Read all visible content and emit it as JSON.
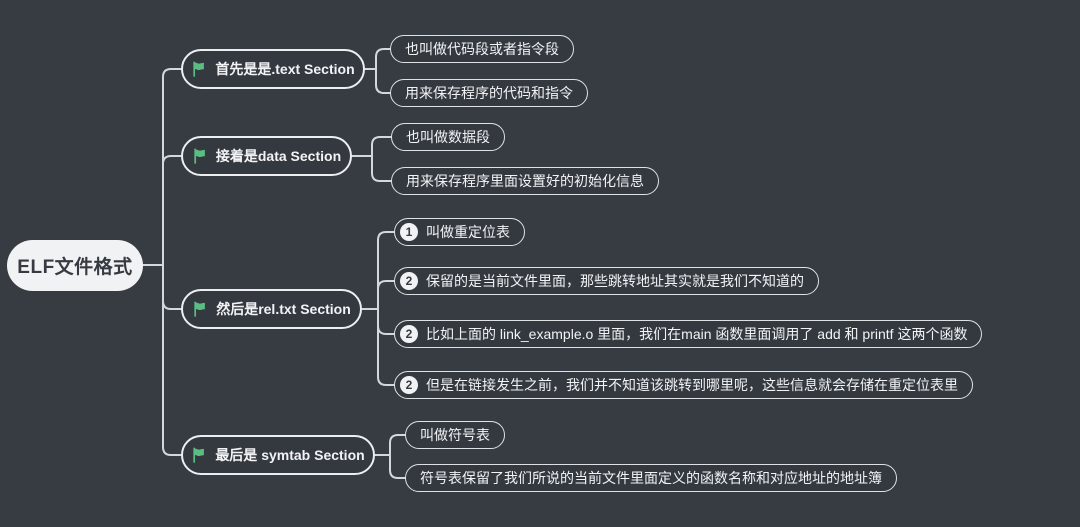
{
  "colors": {
    "background": "#373b42",
    "node_fill": "#343940",
    "node_border": "#e8eaec",
    "connector_line": "#d5d8db",
    "marker_green": "#5abe82",
    "root_fill": "#f1f2f3",
    "root_text": "#363a41"
  },
  "icons": {
    "branch_marker": "flag-icon",
    "priority_badge": "number-badge"
  },
  "mindmap": {
    "root": {
      "label": "ELF文件格式"
    },
    "branches": [
      {
        "label": "首先是是.text Section",
        "children": [
          {
            "label": "也叫做代码段或者指令段"
          },
          {
            "label": "用来保存程序的代码和指令"
          }
        ]
      },
      {
        "label": "接着是data Section",
        "children": [
          {
            "label": "也叫做数据段"
          },
          {
            "label": "用来保存程序里面设置好的初始化信息"
          }
        ]
      },
      {
        "label": "然后是rel.txt Section",
        "children": [
          {
            "badge": "1",
            "label": "叫做重定位表"
          },
          {
            "badge": "2",
            "label": "保留的是当前文件里面，那些跳转地址其实就是我们不知道的"
          },
          {
            "badge": "2",
            "label": "比如上面的 link_example.o 里面，我们在main 函数里面调用了 add 和 printf 这两个函数"
          },
          {
            "badge": "2",
            "label": "但是在链接发生之前，我们并不知道该跳转到哪里呢，这些信息就会存储在重定位表里"
          }
        ]
      },
      {
        "label": "最后是 symtab Section",
        "children": [
          {
            "label": "叫做符号表"
          },
          {
            "label": "符号表保留了我们所说的当前文件里面定义的函数名称和对应地址的地址簿"
          }
        ]
      }
    ]
  }
}
